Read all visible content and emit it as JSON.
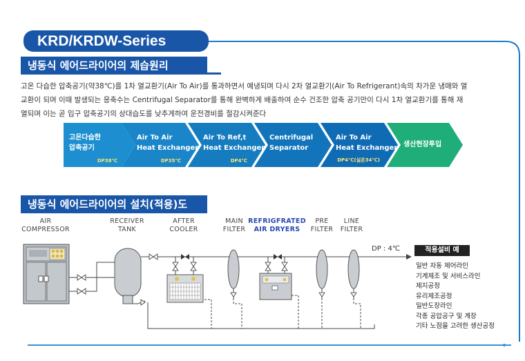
{
  "header": {
    "series_title": "KRD/KRDW-Series",
    "section1_title": "냉동식 에어드라이어의 제습원리",
    "section2_title": "냉동식 에어드라이어의 설치(적용)도"
  },
  "description": {
    "line1": "고온 다습한 압축공기(약38℃)를 1차 열교환기(Air To Air)를 통과하면서 예냉되며 다시 2차 열교환기(Air To Refrigerant)속의 차가운 냉매와 열",
    "line2": "교환이 되며 이때 발생되는 응축수는 Centrifugal Separator를 통해 완벽하게 배출하여 순수 건조한 압축 공기만이 다시 1차 열교환기를 통해 재",
    "line3": "열되며 이는 곧 입구 압축공기의 상대습도를 낮추게하여 운전경비를 절감시켜준다"
  },
  "process_steps": [
    {
      "label": "고온다습한\n압축공기",
      "dp": "DP38℃"
    },
    {
      "label": "Air To Air\nHeat Exchanger",
      "dp": "DP35℃"
    },
    {
      "label": "Air To Ref,t\nHeat Exchanger",
      "dp": "DP4℃"
    },
    {
      "label": "Centrifugal\nSeparator",
      "dp": ""
    },
    {
      "label": "Air To Air\nHeat Exchanger",
      "dp": "DP4℃(실온34℃)"
    },
    {
      "label": "생산현장투입",
      "dp": ""
    }
  ],
  "components": {
    "air_compressor": "AIR\nCOMPRESSOR",
    "receiver_tank": "RECEIVER\nTANK",
    "after_cooler": "AFTER\nCOOLER",
    "main_filter": "MAIN\nFILTER",
    "refrigerated_dryers": "REFRIGFRATED\nAIR DRYERS",
    "pre_filter": "PRE\nFILTER",
    "line_filter": "LINE\nFILTER"
  },
  "outlet_dp": "DP : 4℃",
  "applications": {
    "heading": "적용설비 예",
    "items": [
      "일반 자동 제어라인",
      "기계제조 및 서비스라인",
      "제지공정",
      "유리제조공정",
      "일반도장라인",
      "각종 공압공구 및 계장",
      "기타 노점을 고려한 생산공정"
    ]
  },
  "colors": {
    "brand_blue": "#1a56a8",
    "arrow_light": "#1fa0d8",
    "arrow_dark": "#0d5fae",
    "arrow_last": "#21b86a",
    "dp_label": "#ffe66a"
  }
}
